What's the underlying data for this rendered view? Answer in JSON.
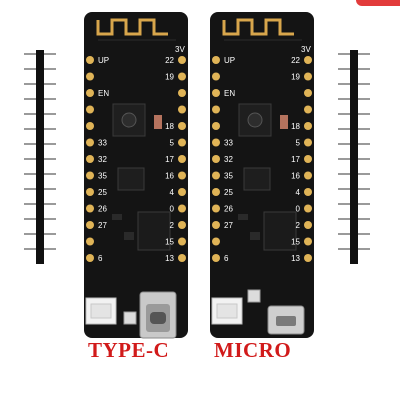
{
  "captions": {
    "left": "TYPE-C",
    "right": "MICRO"
  },
  "board": {
    "top_label": "3V",
    "left_pins": [
      "UP",
      "",
      "EN",
      "",
      "",
      "33",
      "32",
      "35",
      "25",
      "26",
      "27",
      "",
      "6"
    ],
    "right_pins": [
      "22",
      "19",
      "",
      "",
      "18",
      "5",
      "17",
      "16",
      "4",
      "0",
      "2",
      "15",
      "13"
    ]
  },
  "colors": {
    "board": "#141414",
    "pad": "#e0b457",
    "silkscreen": "#ffffff",
    "caption": "#d11a1a",
    "header_pin": "#9a9a9a",
    "header_body": "#111111"
  },
  "icons": {
    "left_connector": "usb-type-c-icon",
    "right_connector": "micro-usb-icon",
    "battery_connector": "jst-connector-icon",
    "antenna": "pcb-antenna-icon",
    "chip": "esp32-chip-icon"
  }
}
